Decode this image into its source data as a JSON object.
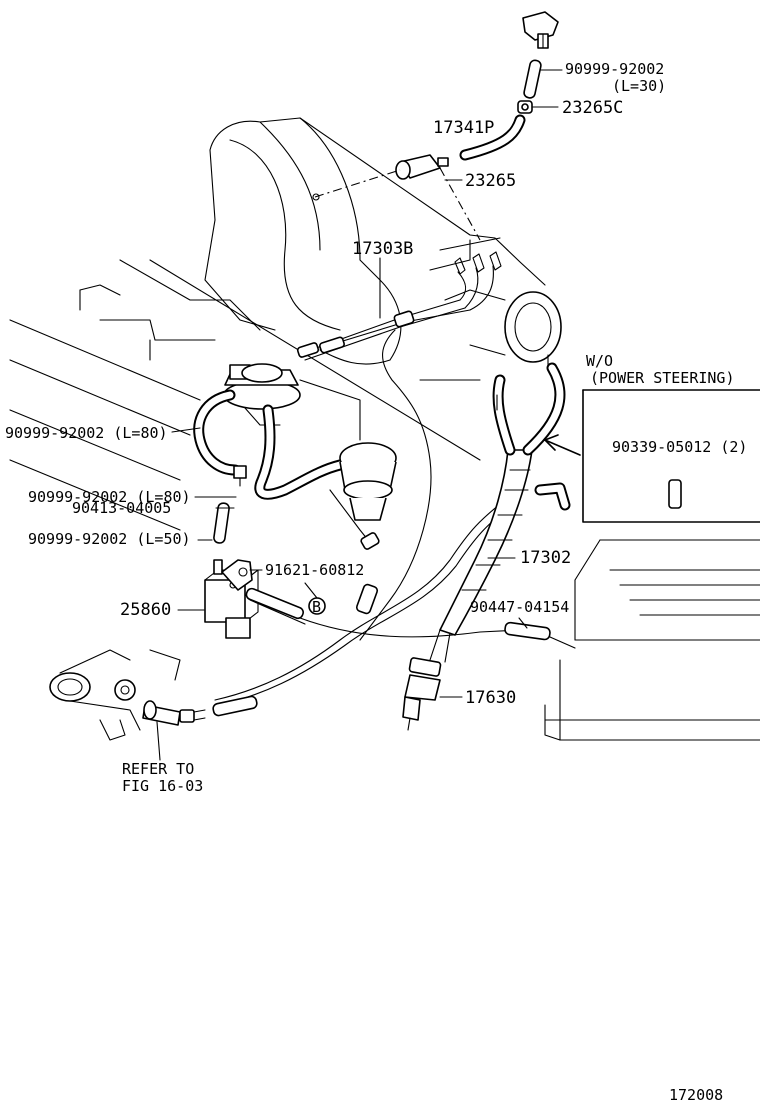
{
  "labels": {
    "hose_top": "90999-92002",
    "hose_top_len": "(L=30)",
    "vsv_connector": "23265C",
    "hose_17341p": "17341P",
    "check_valve": "23265",
    "hose_set": "17303B",
    "hose_l80_upper": "90999-92002 (L=80)",
    "clip": "90413-04005",
    "hose_l80_lower": "90999-92002 (L=80)",
    "hose_l50": "90999-92002 (L=50)",
    "bolt": "91621-60812",
    "bolt_marker": "B",
    "vsv": "25860",
    "tube_assy": "17302",
    "union": "90447-04154",
    "sensor": "17630",
    "refer_line1": "REFER TO",
    "refer_line2": "FIG 16-03",
    "wo_line1": "W/O",
    "wo_line2": "(POWER STEERING)",
    "plug": "90339-05012 (2)",
    "figure_number": "172008"
  }
}
